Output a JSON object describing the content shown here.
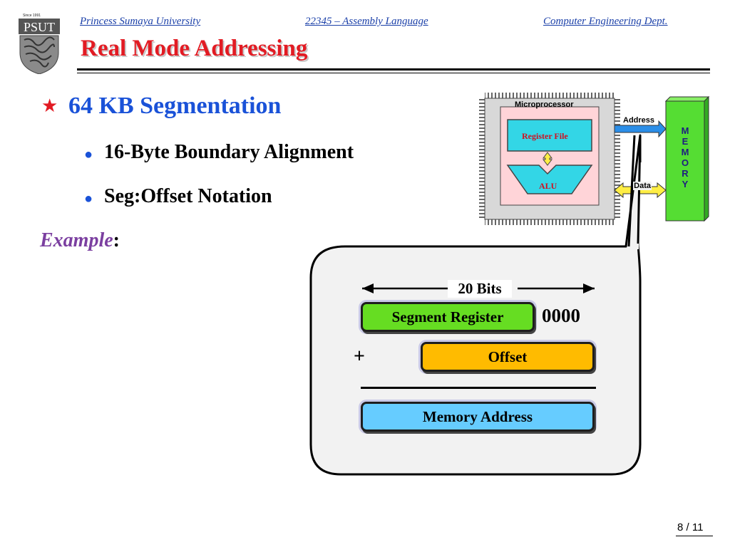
{
  "header": {
    "university": "Princess Sumaya University",
    "course": "22345 – Assembly Language",
    "department": "Computer Engineering Dept."
  },
  "logo": {
    "since": "Since 1991",
    "abbr": "PSUT"
  },
  "slide": {
    "title": "Real Mode Addressing",
    "main_bullet": "64 KB Segmentation",
    "sub_bullets": [
      "16-Byte Boundary Alignment",
      "Seg:Offset Notation"
    ],
    "example_word": "Example",
    "example_colon": ":"
  },
  "processor_diagram": {
    "microprocessor": "Microprocessor",
    "register_file": "Register File",
    "alu": "ALU",
    "address": "Address",
    "data": "Data",
    "memory_letters": [
      "M",
      "E",
      "M",
      "O",
      "R",
      "Y"
    ]
  },
  "address_calc": {
    "width_label": "20 Bits",
    "segment_register": "Segment Register",
    "zeros": "0000",
    "plus": "+",
    "offset": "Offset",
    "memory_address": "Memory Address"
  },
  "footer": {
    "page": "8 / 11"
  },
  "colors": {
    "title": "#e21b23",
    "bullet_blue": "#1a52d8",
    "header_blue": "#1a3fa8",
    "segment_green": "#66dd22",
    "offset_orange": "#ffbb00",
    "memory_blue": "#66ccff"
  }
}
